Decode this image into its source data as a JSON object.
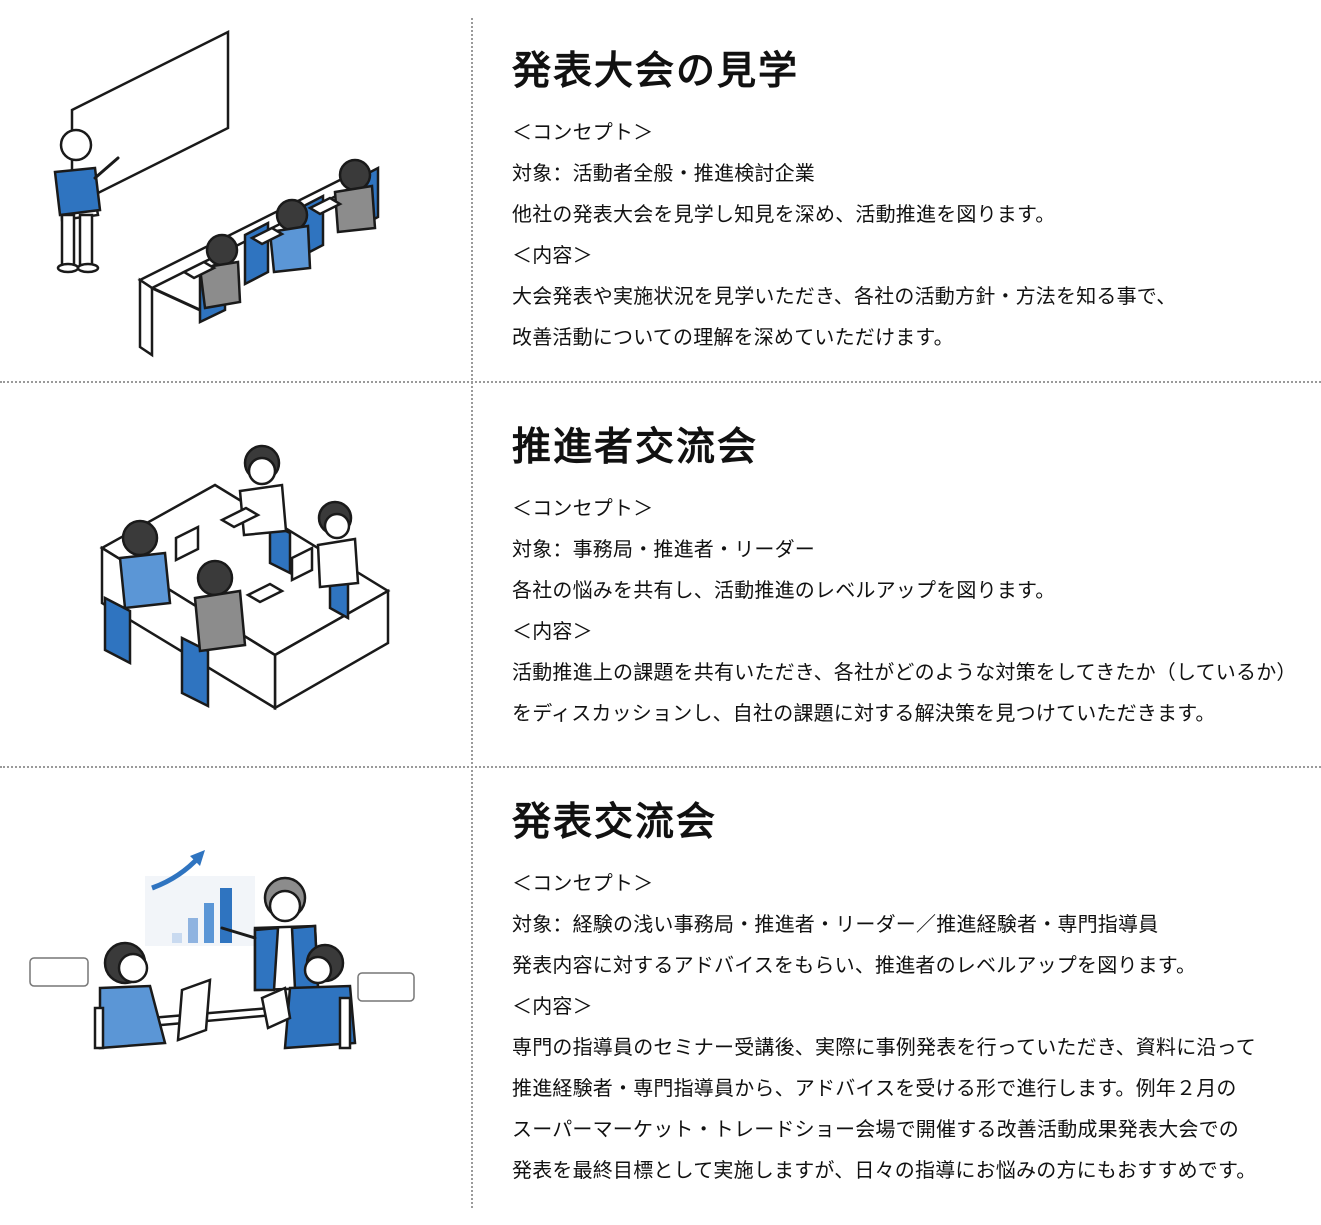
{
  "sections": [
    {
      "title": "発表大会の見学",
      "lines": [
        "＜コンセプト＞",
        "対象：活動者全般・推進検討企業",
        "他社の発表大会を見学し知見を深め、活動推進を図ります。",
        "＜内容＞",
        "大会発表や実施状況を見学いただき、各社の活動方針・方法を知る事で、",
        "改善活動についての理解を深めていただけます。"
      ]
    },
    {
      "title": "推進者交流会",
      "lines": [
        "＜コンセプト＞",
        "対象：事務局・推進者・リーダー",
        "各社の悩みを共有し、活動推進のレベルアップを図ります。",
        "＜内容＞",
        "活動推進上の課題を共有いただき、各社がどのような対策をしてきたか（しているか）",
        "をディスカッションし、自社の課題に対する解決策を見つけていただきます。"
      ]
    },
    {
      "title": "発表交流会",
      "lines": [
        "＜コンセプト＞",
        "対象：経験の浅い事務局・推進者・リーダー／推進経験者・専門指導員",
        "発表内容に対するアドバイスをもらい、推進者のレベルアップを図ります。",
        "＜内容＞",
        "専門の指導員のセミナー受講後、実際に事例発表を行っていただき、資料に沿って",
        "推進経験者・専門指導員から、アドバイスを受ける形で進行します。例年２月の",
        "スーパーマーケット・トレードショー会場で開催する改善活動成果発表大会での",
        "発表を最終目標として実施しますが、日々の指導にお悩みの方にもおすすめです。"
      ]
    }
  ],
  "colors": {
    "accent_blue": "#2f74c0",
    "light_blue": "#5b96d6",
    "grey": "#8c8c8c",
    "divider": "#9a9a9a"
  }
}
